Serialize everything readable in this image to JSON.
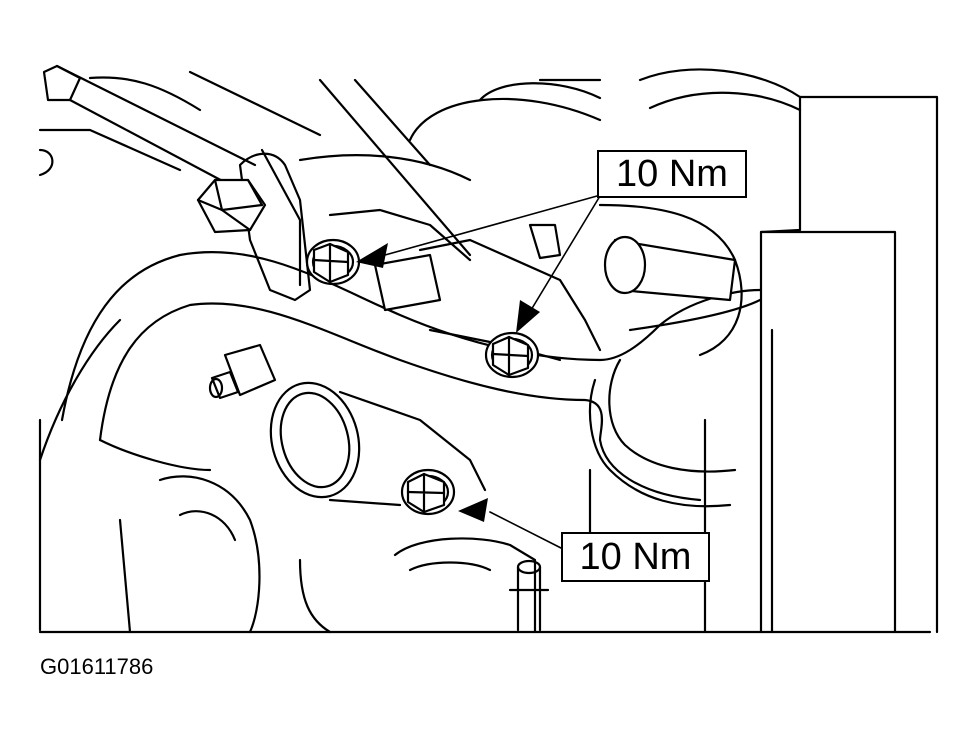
{
  "callouts": {
    "top_torque": "10 Nm",
    "bottom_torque": "10 Nm"
  },
  "figure_id": "G01611786",
  "colors": {
    "line": "#000000",
    "fill": "#ffffff"
  }
}
